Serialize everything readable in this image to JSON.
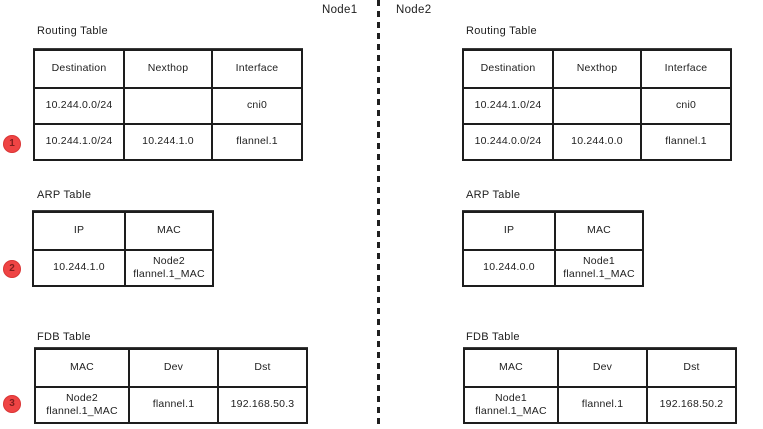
{
  "colors": {
    "marker_red": "#ef4444",
    "marker_digit": "#7f1d1d",
    "ink": "#1d1d1d"
  },
  "markers": [
    {
      "label": "1"
    },
    {
      "label": "2"
    },
    {
      "label": "3"
    }
  ],
  "nodes": [
    {
      "label": "Node1",
      "routing": {
        "title": "Routing Table",
        "headers": [
          "Destination",
          "Nexthop",
          "Interface"
        ],
        "rows": [
          [
            "10.244.0.0/24",
            "",
            "cni0"
          ],
          [
            "10.244.1.0/24",
            "10.244.1.0",
            "flannel.1"
          ]
        ]
      },
      "arp": {
        "title": "ARP Table",
        "headers": [
          "IP",
          "MAC"
        ],
        "rows": [
          [
            "10.244.1.0",
            "Node2\nflannel.1_MAC"
          ]
        ]
      },
      "fdb": {
        "title": "FDB Table",
        "headers": [
          "MAC",
          "Dev",
          "Dst"
        ],
        "rows": [
          [
            "Node2\nflannel.1_MAC",
            "flannel.1",
            "192.168.50.3"
          ]
        ]
      }
    },
    {
      "label": "Node2",
      "routing": {
        "title": "Routing Table",
        "headers": [
          "Destination",
          "Nexthop",
          "Interface"
        ],
        "rows": [
          [
            "10.244.1.0/24",
            "",
            "cni0"
          ],
          [
            "10.244.0.0/24",
            "10.244.0.0",
            "flannel.1"
          ]
        ]
      },
      "arp": {
        "title": "ARP Table",
        "headers": [
          "IP",
          "MAC"
        ],
        "rows": [
          [
            "10.244.0.0",
            "Node1\nflannel.1_MAC"
          ]
        ]
      },
      "fdb": {
        "title": "FDB Table",
        "headers": [
          "MAC",
          "Dev",
          "Dst"
        ],
        "rows": [
          [
            "Node1\nflannel.1_MAC",
            "flannel.1",
            "192.168.50.2"
          ]
        ]
      }
    }
  ]
}
